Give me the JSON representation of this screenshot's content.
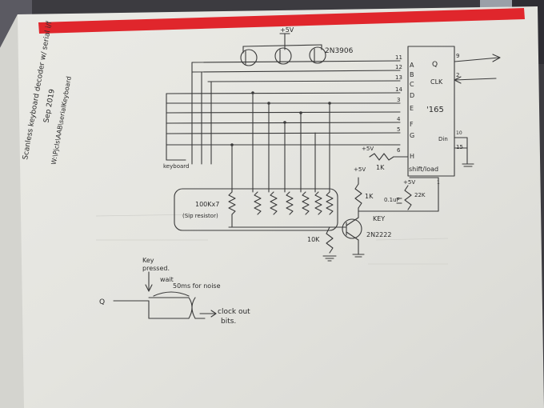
{
  "notes": {
    "title": "Scanless keyboard decoder w/ serial i/f",
    "date": "Sep 2019",
    "path": "W:\\Pjcls\\AAB\\serialKeyboard"
  },
  "labels": {
    "pnp": "2N3906",
    "npn": "2N2222",
    "chip": "'165",
    "shift_load": "shift/load",
    "keyboard": "keyboard",
    "sip": "100Kx7\n(Sip resistor)",
    "sip_line1": "100Kx7",
    "sip_line2": "(Sip resistor)",
    "vcc": "+5V",
    "r_1k_top": "1K",
    "r_1k_side": "1K",
    "r_10k": "10K",
    "r_22k": "22K",
    "cap": "0.1uF",
    "key": "KEY",
    "q_out": "Q",
    "clk": "CLK",
    "din": "Din"
  },
  "chip_pins": {
    "left": [
      {
        "num": "11",
        "name": "A"
      },
      {
        "num": "12",
        "name": "B"
      },
      {
        "num": "13",
        "name": "C"
      },
      {
        "num": "14",
        "name": "D"
      },
      {
        "num": "3",
        "name": "E"
      },
      {
        "num": "4",
        "name": "F"
      },
      {
        "num": "5",
        "name": "G"
      },
      {
        "num": "6",
        "name": "H"
      }
    ],
    "right": [
      {
        "num": "9",
        "name": "Q"
      },
      {
        "num": "2",
        "name": "CLK"
      },
      {
        "num": "10",
        "name": "Din"
      },
      {
        "num": "15",
        "name": ""
      },
      {
        "num": "1",
        "name": ""
      }
    ]
  },
  "timing": {
    "signal": "Q",
    "event": "Key pressed.",
    "event_line1": "Key",
    "event_line2": "pressed.",
    "wait": "wait 50ms for noise",
    "wait_word": "wait",
    "wait_rest": "50ms for noise",
    "result": "clock out bits.",
    "result_line1": "clock out",
    "result_line2": "bits."
  }
}
